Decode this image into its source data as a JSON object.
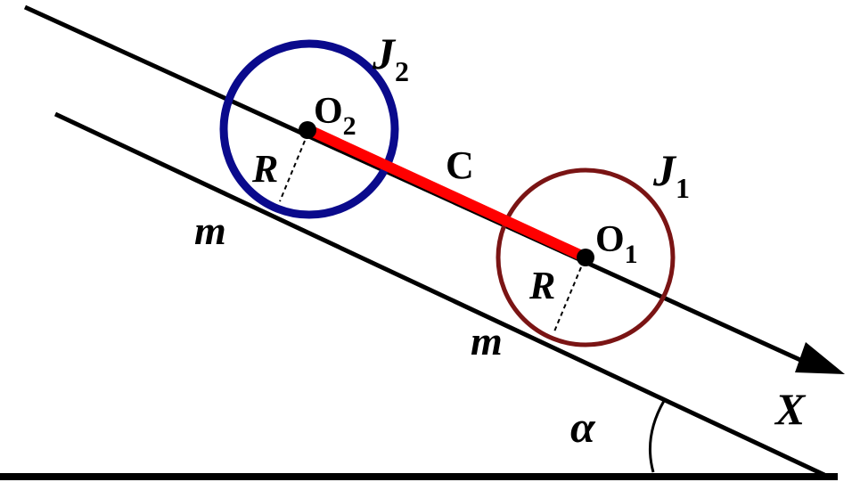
{
  "colors": {
    "line": "#000000",
    "disk_2": "#0a0a8c",
    "disk_1": "#7a1414",
    "rod": "#ff0000",
    "background": "#ffffff"
  },
  "labels": {
    "J2_main": "J",
    "J2_sub": "2",
    "O2_main": "O",
    "O2_sub": "2",
    "R_upper": "R",
    "m_upper": "m",
    "C": "C",
    "J1_main": "J",
    "J1_sub": "1",
    "O1_main": "O",
    "O1_sub": "1",
    "R_lower": "R",
    "m_lower": "m",
    "X": "X",
    "alpha": "α"
  }
}
